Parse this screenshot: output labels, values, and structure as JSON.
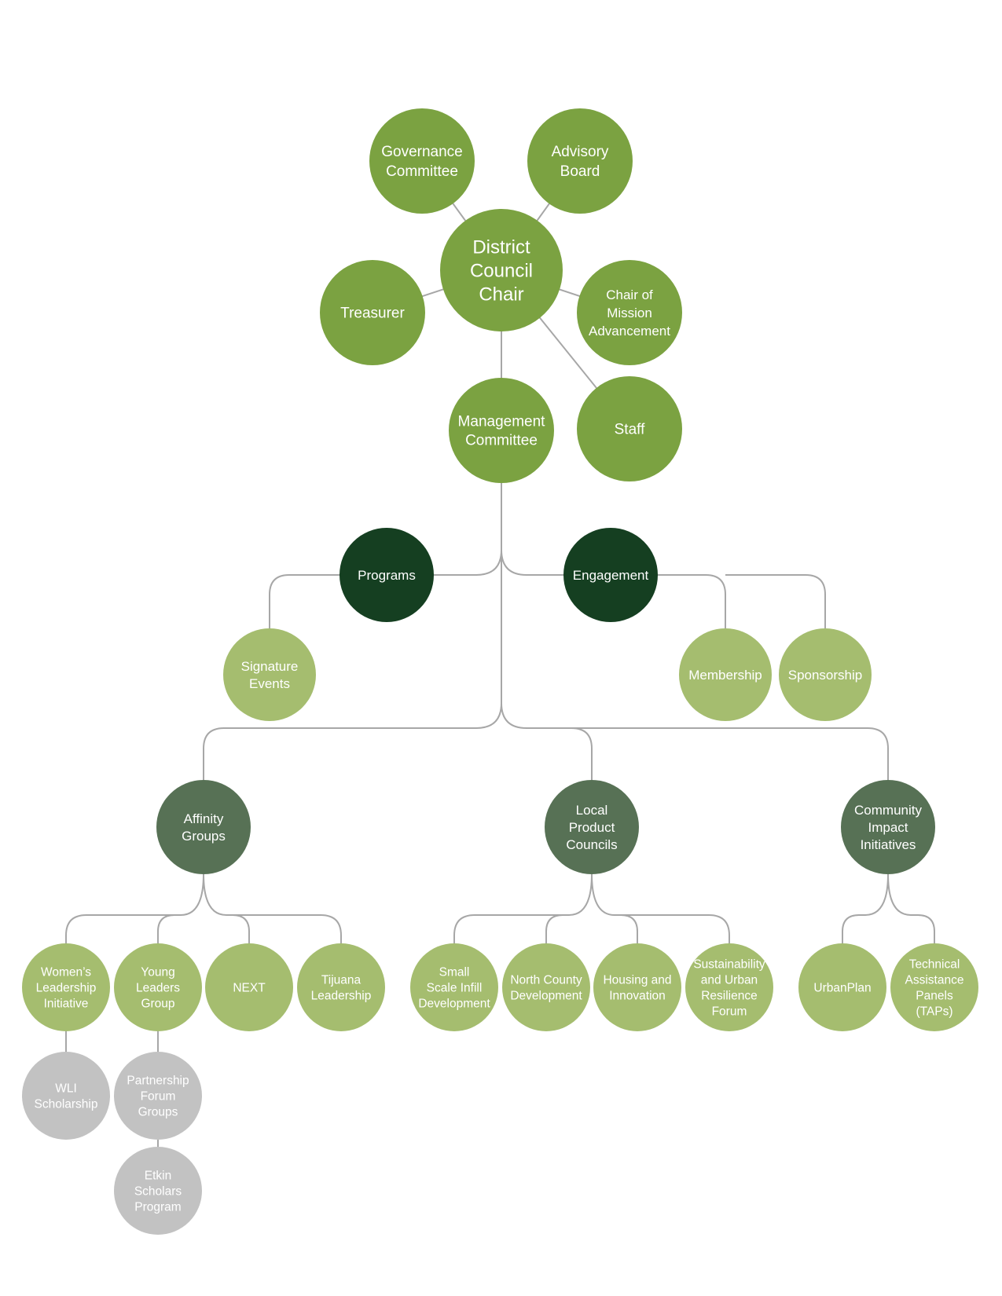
{
  "colors": {
    "primary": "#7BA241",
    "dark": "#153F21",
    "mid": "#577155",
    "light": "#A5BD6F",
    "grey": "#C2C2C2",
    "connector": "#A7A7A7",
    "text": "#FFFFFF"
  },
  "nodes": {
    "chair": {
      "label": [
        "District",
        "Council",
        "Chair"
      ],
      "tone": "primary"
    },
    "governance": {
      "label": [
        "Governance",
        "Committee"
      ],
      "tone": "primary"
    },
    "advisory": {
      "label": [
        "Advisory",
        "Board"
      ],
      "tone": "primary"
    },
    "treasurer": {
      "label": [
        "Treasurer"
      ],
      "tone": "primary"
    },
    "mission": {
      "label": [
        "Chair of",
        "Mission",
        "Advancement"
      ],
      "tone": "primary"
    },
    "management": {
      "label": [
        "Management",
        "Committee"
      ],
      "tone": "primary"
    },
    "staff": {
      "label": [
        "Staff"
      ],
      "tone": "primary"
    },
    "programs": {
      "label": [
        "Programs"
      ],
      "tone": "dark"
    },
    "engagement": {
      "label": [
        "Engagement"
      ],
      "tone": "dark"
    },
    "signature": {
      "label": [
        "Signature",
        "Events"
      ],
      "tone": "light"
    },
    "membership": {
      "label": [
        "Membership"
      ],
      "tone": "light"
    },
    "sponsorship": {
      "label": [
        "Sponsorship"
      ],
      "tone": "light"
    },
    "affinity": {
      "label": [
        "Affinity",
        "Groups"
      ],
      "tone": "mid"
    },
    "local": {
      "label": [
        "Local",
        "Product",
        "Councils"
      ],
      "tone": "mid"
    },
    "community": {
      "label": [
        "Community",
        "Impact",
        "Initiatives"
      ],
      "tone": "mid"
    },
    "wli": {
      "label": [
        "Women’s",
        "Leadership",
        "Initiative"
      ],
      "tone": "light"
    },
    "young": {
      "label": [
        "Young",
        "Leaders",
        "Group"
      ],
      "tone": "light"
    },
    "next": {
      "label": [
        "NEXT"
      ],
      "tone": "light"
    },
    "tijuana": {
      "label": [
        "Tijuana",
        "Leadership"
      ],
      "tone": "light"
    },
    "small": {
      "label": [
        "Small",
        "Scale Infill",
        "Development"
      ],
      "tone": "light"
    },
    "north": {
      "label": [
        "North County",
        "Development"
      ],
      "tone": "light"
    },
    "housing": {
      "label": [
        "Housing and",
        "Innovation"
      ],
      "tone": "light"
    },
    "sustain": {
      "label": [
        "Sustainability",
        "and Urban",
        "Resilience",
        "Forum"
      ],
      "tone": "light"
    },
    "urbanplan": {
      "label": [
        "UrbanPlan"
      ],
      "tone": "light"
    },
    "taps": {
      "label": [
        "Technical",
        "Assistance",
        "Panels",
        "(TAPs)"
      ],
      "tone": "light"
    },
    "wlischolar": {
      "label": [
        "WLI",
        "Scholarship"
      ],
      "tone": "grey"
    },
    "partner": {
      "label": [
        "Partnership",
        "Forum",
        "Groups"
      ],
      "tone": "grey"
    },
    "etkin": {
      "label": [
        "Etkin",
        "Scholars",
        "Program"
      ],
      "tone": "grey"
    }
  }
}
